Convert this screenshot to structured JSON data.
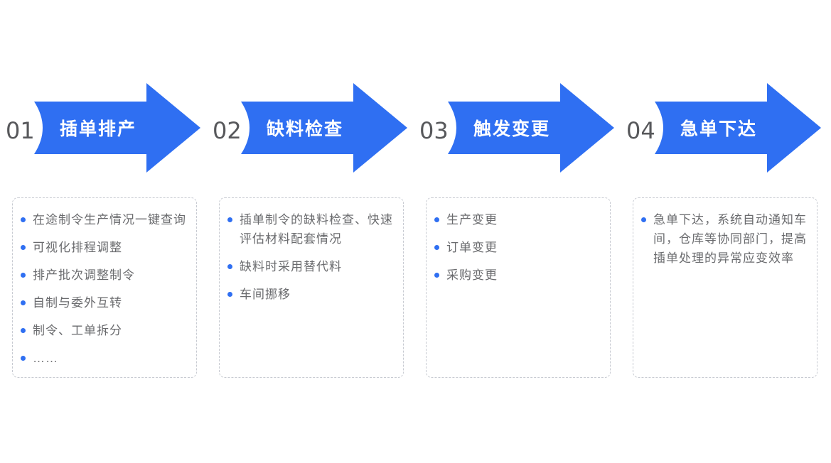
{
  "colors": {
    "accent": "#2F6FF2",
    "number_text": "#57585B",
    "body_text": "#6A6B6E",
    "box_border": "#C7CAD1",
    "title_text": "#FFFFFF"
  },
  "steps": [
    {
      "number": "01",
      "title": "插单排产",
      "items": [
        "在途制令生产情况一键查询",
        "可视化排程调整",
        "排产批次调整制令",
        "自制与委外互转",
        "制令、工单拆分",
        "……"
      ]
    },
    {
      "number": "02",
      "title": "缺料检查",
      "items": [
        "插单制令的缺料检查、快速评估材料配套情况",
        "缺料时采用替代料",
        "车间挪移"
      ]
    },
    {
      "number": "03",
      "title": "触发变更",
      "items": [
        "生产变更",
        "订单变更",
        "采购变更"
      ]
    },
    {
      "number": "04",
      "title": "急单下达",
      "items": [
        "急单下达，系统自动通知车间，仓库等协同部门，提高插单处理的异常应变效率"
      ]
    }
  ]
}
